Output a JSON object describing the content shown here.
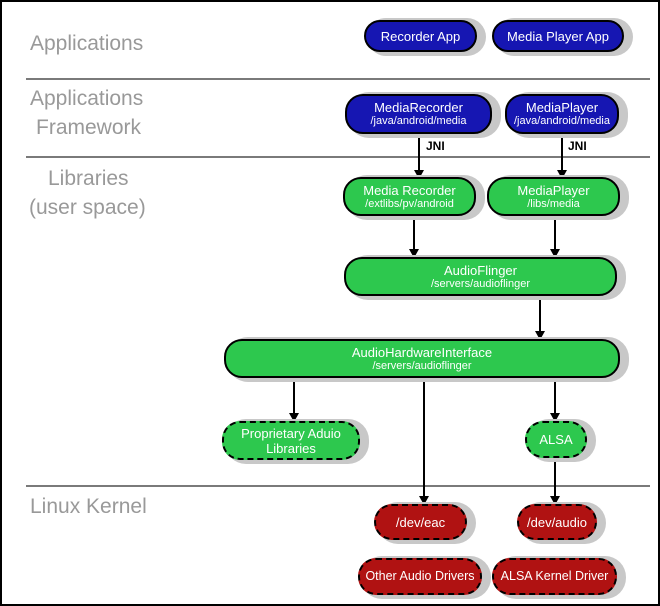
{
  "sections": {
    "applications": {
      "label": "Applications"
    },
    "framework": {
      "line1": "Applications",
      "line2": "Framework"
    },
    "libraries": {
      "line1": "Libraries",
      "line2": "(user space)"
    },
    "kernel": {
      "label": "Linux Kernel"
    }
  },
  "edge_labels": {
    "jni_left": "JNI",
    "jni_right": "JNI"
  },
  "nodes": {
    "recorder_app": {
      "title": "Recorder App"
    },
    "media_player_app": {
      "title": "Media Player App"
    },
    "media_recorder_fw": {
      "title": "MediaRecorder",
      "sub": "/java/android/media"
    },
    "media_player_fw": {
      "title": "MediaPlayer",
      "sub": "/java/android/media"
    },
    "media_recorder_lib": {
      "title": "Media Recorder",
      "sub": "/extlibs/pv/android"
    },
    "media_player_lib": {
      "title": "MediaPlayer",
      "sub": "/libs/media"
    },
    "audioflinger": {
      "title": "AudioFlinger",
      "sub": "/servers/audioflinger"
    },
    "audio_hardware_interface": {
      "title": "AudioHardwareInterface",
      "sub": "/servers/audioflinger"
    },
    "proprietary_audio_libraries": {
      "line1": "Proprietary Aduio",
      "line2": "Libraries"
    },
    "alsa": {
      "title": "ALSA"
    },
    "dev_eac": {
      "title": "/dev/eac"
    },
    "dev_audio": {
      "title": "/dev/audio"
    },
    "other_audio_drivers": {
      "title": "Other Audio Drivers"
    },
    "alsa_kernel_driver": {
      "title": "ALSA Kernel Driver"
    }
  },
  "colors": {
    "application_blue": "#1616b2",
    "library_green": "#2dc84e",
    "kernel_red": "#b01212",
    "shadow_gray": "#c8c8c8",
    "label_gray": "#999999",
    "divider_gray": "#7a7a7a"
  }
}
